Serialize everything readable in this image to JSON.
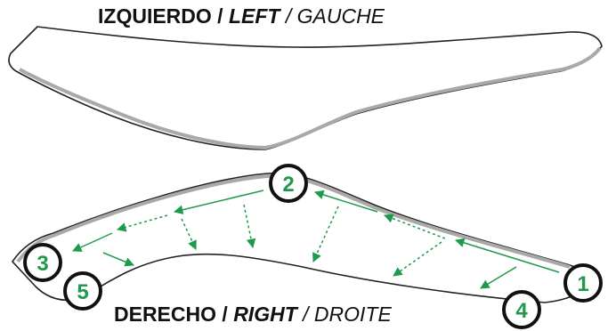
{
  "top_label": {
    "es": "IZQUIERDO / ",
    "en": "LEFT",
    "fr": " / GAUCHE"
  },
  "bottom_label": {
    "es": "DERECHO / ",
    "en": "RIGHT",
    "fr": " / DROITE"
  },
  "steps": [
    {
      "id": "step-1",
      "number": "1"
    },
    {
      "id": "step-2",
      "number": "2"
    },
    {
      "id": "step-3",
      "number": "3"
    },
    {
      "id": "step-4",
      "number": "4"
    },
    {
      "id": "step-5",
      "number": "5"
    }
  ],
  "colors": {
    "accent_green": "#1f9a4c",
    "outline": "#111111",
    "edge_gray": "#a9a9a9"
  }
}
